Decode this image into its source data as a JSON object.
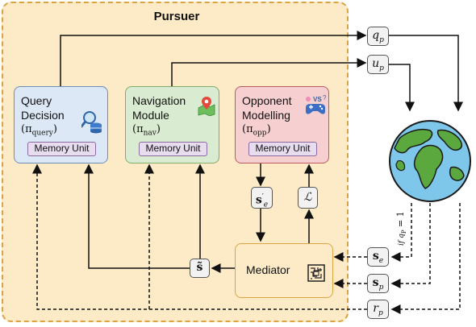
{
  "pursuer": {
    "title": "Pursuer"
  },
  "modules": {
    "query": {
      "label": "Query\nDecision",
      "pi": "(π",
      "sub": "query",
      "pi_close": ")",
      "memory": "Memory Unit",
      "icon": "magnifier-database-icon"
    },
    "nav": {
      "label": "Navigation\nModule",
      "pi": "(π",
      "sub": "nav",
      "pi_close": ")",
      "memory": "Memory Unit",
      "icon": "map-pin-icon"
    },
    "opp": {
      "label": "Opponent\nModelling",
      "pi": "(π",
      "sub": "opp",
      "pi_close": ")",
      "memory": "Memory Unit",
      "icon": "gamepad-vs-icon"
    }
  },
  "mediator": {
    "label": "Mediator",
    "icon": "circuit-chip-icon"
  },
  "variables": {
    "q_p": "q",
    "q_p_sub": "p",
    "u_p": "u",
    "u_p_sub": "p",
    "s_e_prime": "s",
    "s_e_prime_sub": "e",
    "L": "ℒ",
    "s_tilde": "s̃",
    "s_e": "s",
    "s_e_sub": "e",
    "s_p": "s",
    "s_p_sub": "p",
    "r_p": "r",
    "r_p_sub": "p"
  },
  "condition": {
    "text": "if q",
    "sub": "P",
    "rest": " = 1"
  },
  "environment": {
    "icon": "earth-globe-icon"
  },
  "colors": {
    "pursuer_fill": "#fdebc7",
    "pursuer_border": "#d9a441",
    "query_fill": "#dce8f5",
    "nav_fill": "#d9ebd0",
    "opp_fill": "#f6cfd0",
    "memory_fill": "#e8dcef",
    "ocean": "#7ec7ea",
    "land": "#5aa83e"
  }
}
